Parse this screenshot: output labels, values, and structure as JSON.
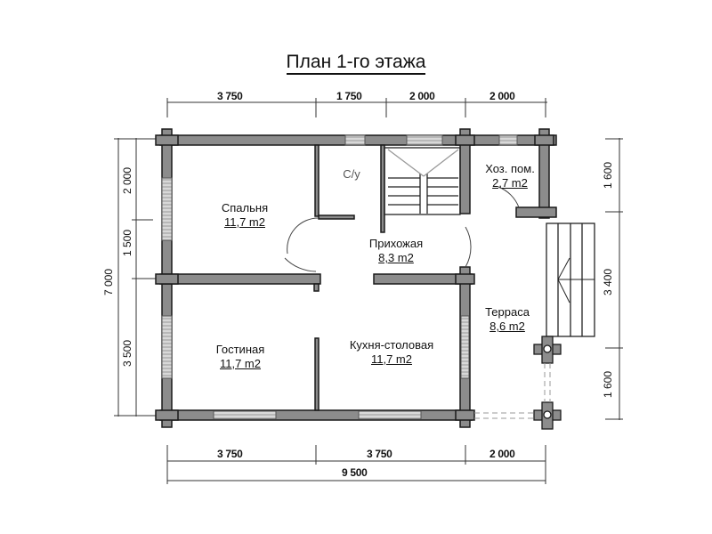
{
  "title": "План 1-го этажа",
  "dimensions": {
    "top": [
      "3 750",
      "1 750",
      "2 000",
      "2 000"
    ],
    "bottom": [
      "3 750",
      "3 750",
      "2 000"
    ],
    "bottom_total": "9 500",
    "left": [
      "2 000",
      "1 500",
      "3 500"
    ],
    "left_total": "7 000",
    "right": [
      "1 600",
      "3 400",
      "1 600"
    ]
  },
  "rooms": [
    {
      "name": "Спальня",
      "area": "11,7 m2"
    },
    {
      "name": "С/у",
      "area": ""
    },
    {
      "name": "Хоз. пом.",
      "area": "2,7 m2"
    },
    {
      "name": "Прихожая",
      "area": "8,3 m2"
    },
    {
      "name": "Гостиная",
      "area": "11,7 m2"
    },
    {
      "name": "Кухня-столовая",
      "area": "11,7 m2"
    },
    {
      "name": "Терраса",
      "area": "8,6 m2"
    }
  ],
  "colors": {
    "wall_fill": "#8c8c8c",
    "wall_stroke": "#1a1a1a",
    "line": "#222222"
  }
}
